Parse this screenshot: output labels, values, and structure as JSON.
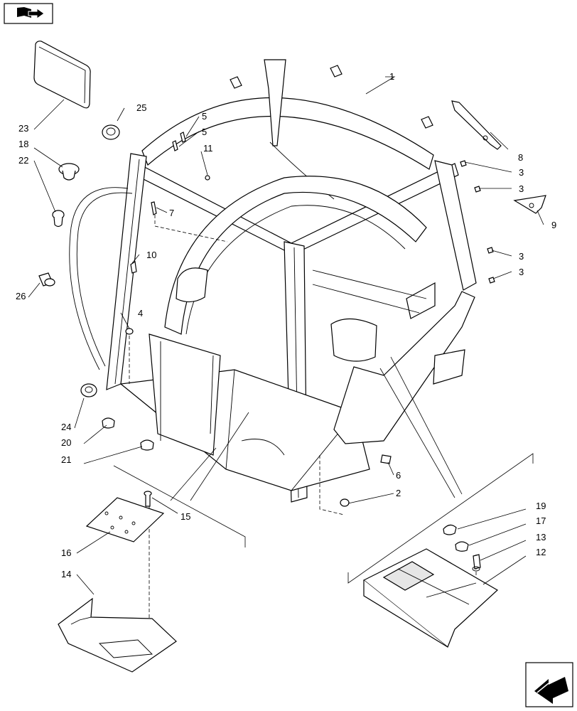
{
  "callouts": [
    {
      "id": "c1",
      "label": "1"
    },
    {
      "id": "c2",
      "label": "2"
    },
    {
      "id": "c3a",
      "label": "3"
    },
    {
      "id": "c3b",
      "label": "3"
    },
    {
      "id": "c3c",
      "label": "3"
    },
    {
      "id": "c3d",
      "label": "3"
    },
    {
      "id": "c4",
      "label": "4"
    },
    {
      "id": "c5a",
      "label": "5"
    },
    {
      "id": "c5b",
      "label": "5"
    },
    {
      "id": "c6",
      "label": "6"
    },
    {
      "id": "c7",
      "label": "7"
    },
    {
      "id": "c8",
      "label": "8"
    },
    {
      "id": "c9",
      "label": "9"
    },
    {
      "id": "c10",
      "label": "10"
    },
    {
      "id": "c11",
      "label": "11"
    },
    {
      "id": "c12",
      "label": "12"
    },
    {
      "id": "c13",
      "label": "13"
    },
    {
      "id": "c14",
      "label": "14"
    },
    {
      "id": "c15",
      "label": "15"
    },
    {
      "id": "c16",
      "label": "16"
    },
    {
      "id": "c17",
      "label": "17"
    },
    {
      "id": "c18",
      "label": "18"
    },
    {
      "id": "c19",
      "label": "19"
    },
    {
      "id": "c20",
      "label": "20"
    },
    {
      "id": "c21",
      "label": "21"
    },
    {
      "id": "c22",
      "label": "22"
    },
    {
      "id": "c23",
      "label": "23"
    },
    {
      "id": "c24",
      "label": "24"
    },
    {
      "id": "c25",
      "label": "25"
    },
    {
      "id": "c26",
      "label": "26"
    }
  ],
  "icons": {
    "top_left": "book-arrow-icon",
    "bottom_right": "next-page-arrow-icon"
  }
}
